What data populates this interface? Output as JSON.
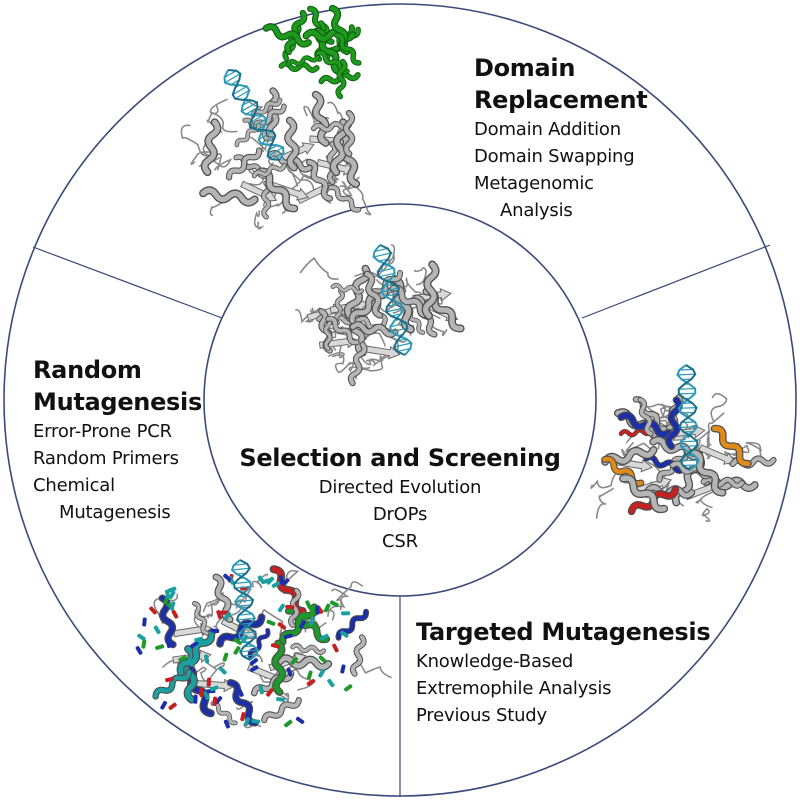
{
  "colors": {
    "ring_stroke": "#3a4a7a",
    "protein_gray": "#b9b9b9",
    "protein_dark": "#555555",
    "dna": "#2a9ab8",
    "domain_green": "#1f9a1f",
    "mutation_red": "#c62020",
    "mutation_blue": "#1d2fa8",
    "mutation_green": "#1e9a2a",
    "mutation_orange": "#e08a1a",
    "mutation_yellow": "#e6d020"
  },
  "diagram": {
    "center": {
      "title": "Selection and Screening",
      "items": [
        "Directed Evolution",
        "DrOPs",
        "CSR"
      ],
      "image": "polymerase-dna-structure"
    },
    "sectors": [
      {
        "id": "domain-replacement",
        "title_lines": [
          "Domain",
          "Replacement"
        ],
        "items": [
          "Domain Addition",
          "Domain Swapping",
          "Metagenomic",
          "Analysis"
        ],
        "image": "polymerase-with-green-added-domain"
      },
      {
        "id": "random-mutagenesis",
        "title_lines": [
          "Random",
          "Mutagenesis"
        ],
        "items": [
          "Error-Prone PCR",
          "Random Primers",
          "Chemical",
          "Mutagenesis"
        ],
        "image": "polymerase-with-random-mutations"
      },
      {
        "id": "targeted-mutagenesis",
        "title_lines": [
          "Targeted Mutagenesis"
        ],
        "items": [
          "Knowledge-Based",
          "Extremophile Analysis",
          "Previous Study"
        ],
        "image": "polymerase-with-targeted-mutations"
      }
    ]
  }
}
